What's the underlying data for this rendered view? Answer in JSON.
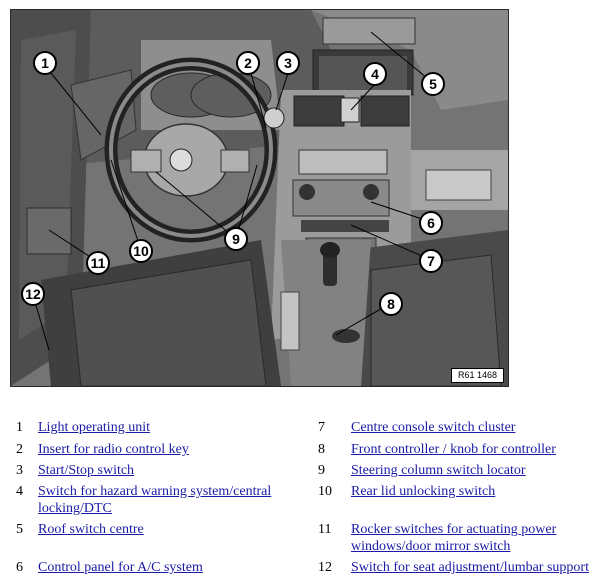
{
  "figure": {
    "reference_code": "R61 1468",
    "callouts": [
      "1",
      "2",
      "3",
      "4",
      "5",
      "6",
      "7",
      "8",
      "9",
      "10",
      "11",
      "12"
    ]
  },
  "legend": [
    {
      "number": "1",
      "label": "Light operating unit"
    },
    {
      "number": "2",
      "label": "Insert for radio control key"
    },
    {
      "number": "3",
      "label": "Start/Stop switch"
    },
    {
      "number": "4",
      "label": "Switch for hazard warning system/central locking/DTC"
    },
    {
      "number": "5",
      "label": "Roof switch centre"
    },
    {
      "number": "6",
      "label": "Control panel for A/C system"
    },
    {
      "number": "7",
      "label": "Centre console switch cluster"
    },
    {
      "number": "8",
      "label": "Front controller / knob for controller"
    },
    {
      "number": "9",
      "label": "Steering column switch locator"
    },
    {
      "number": "10",
      "label": "Rear lid unlocking switch"
    },
    {
      "number": "11",
      "label": "Rocker switches for actuating power windows/door mirror switch"
    },
    {
      "number": "12",
      "label": "Switch for seat adjustment/lumbar support"
    }
  ]
}
